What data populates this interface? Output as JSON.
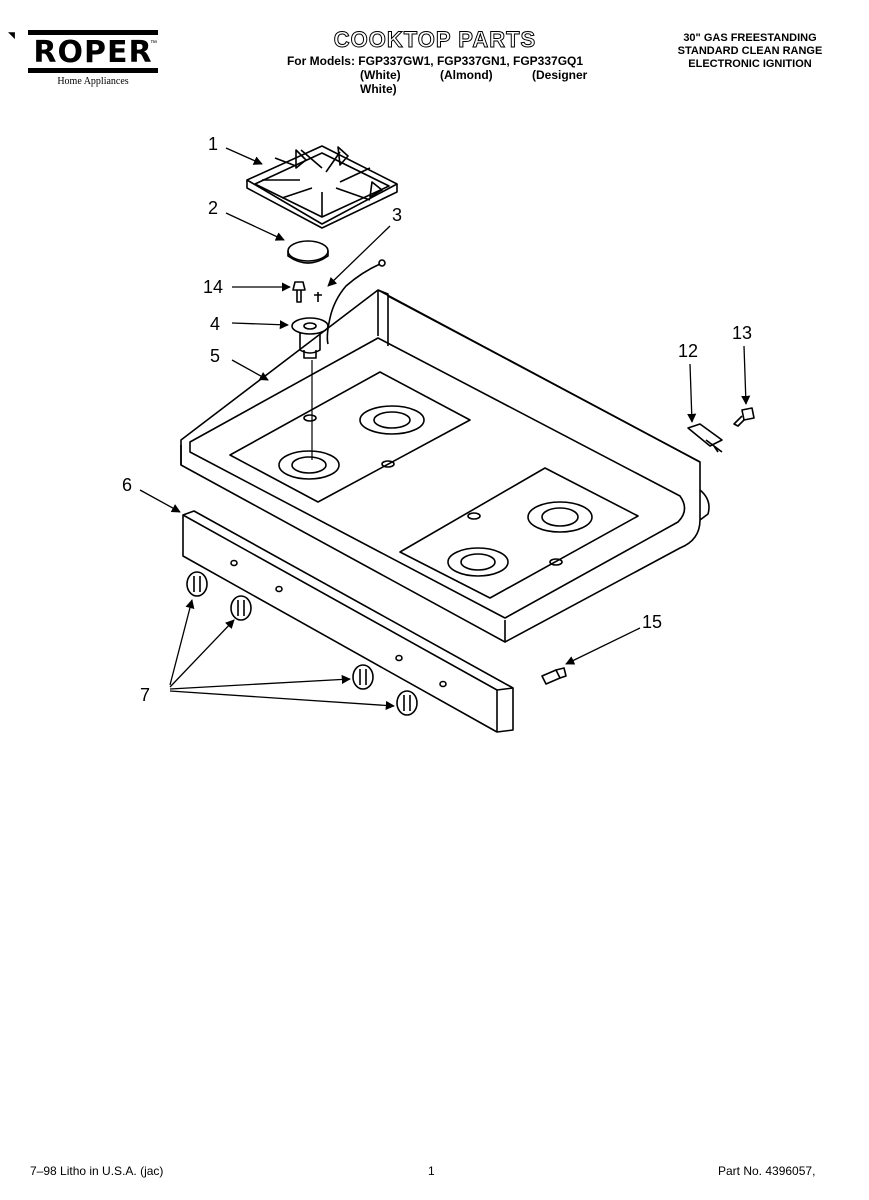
{
  "header": {
    "brand": "ROPER",
    "brand_tagline": "Home Appliances",
    "trademark": "™",
    "corner_mark": "◥",
    "title": "COOKTOP PARTS",
    "models_line": "For Models: FGP337GW1, FGP337GN1, FGP337GQ1",
    "colors": [
      "(White)",
      "(Almond)",
      "(Designer White)"
    ],
    "product_lines": [
      "30\" GAS FREESTANDING",
      "STANDARD CLEAN RANGE",
      "ELECTRONIC IGNITION"
    ]
  },
  "callouts": {
    "c1": "1",
    "c2": "2",
    "c3": "3",
    "c4": "4",
    "c5": "5",
    "c6": "6",
    "c7": "7",
    "c12": "12",
    "c13": "13",
    "c14": "14",
    "c15": "15"
  },
  "footer": {
    "litho": "7–98 Litho in U.S.A. (jac)",
    "page": "1",
    "part_no": "Part No. 4396057,"
  }
}
